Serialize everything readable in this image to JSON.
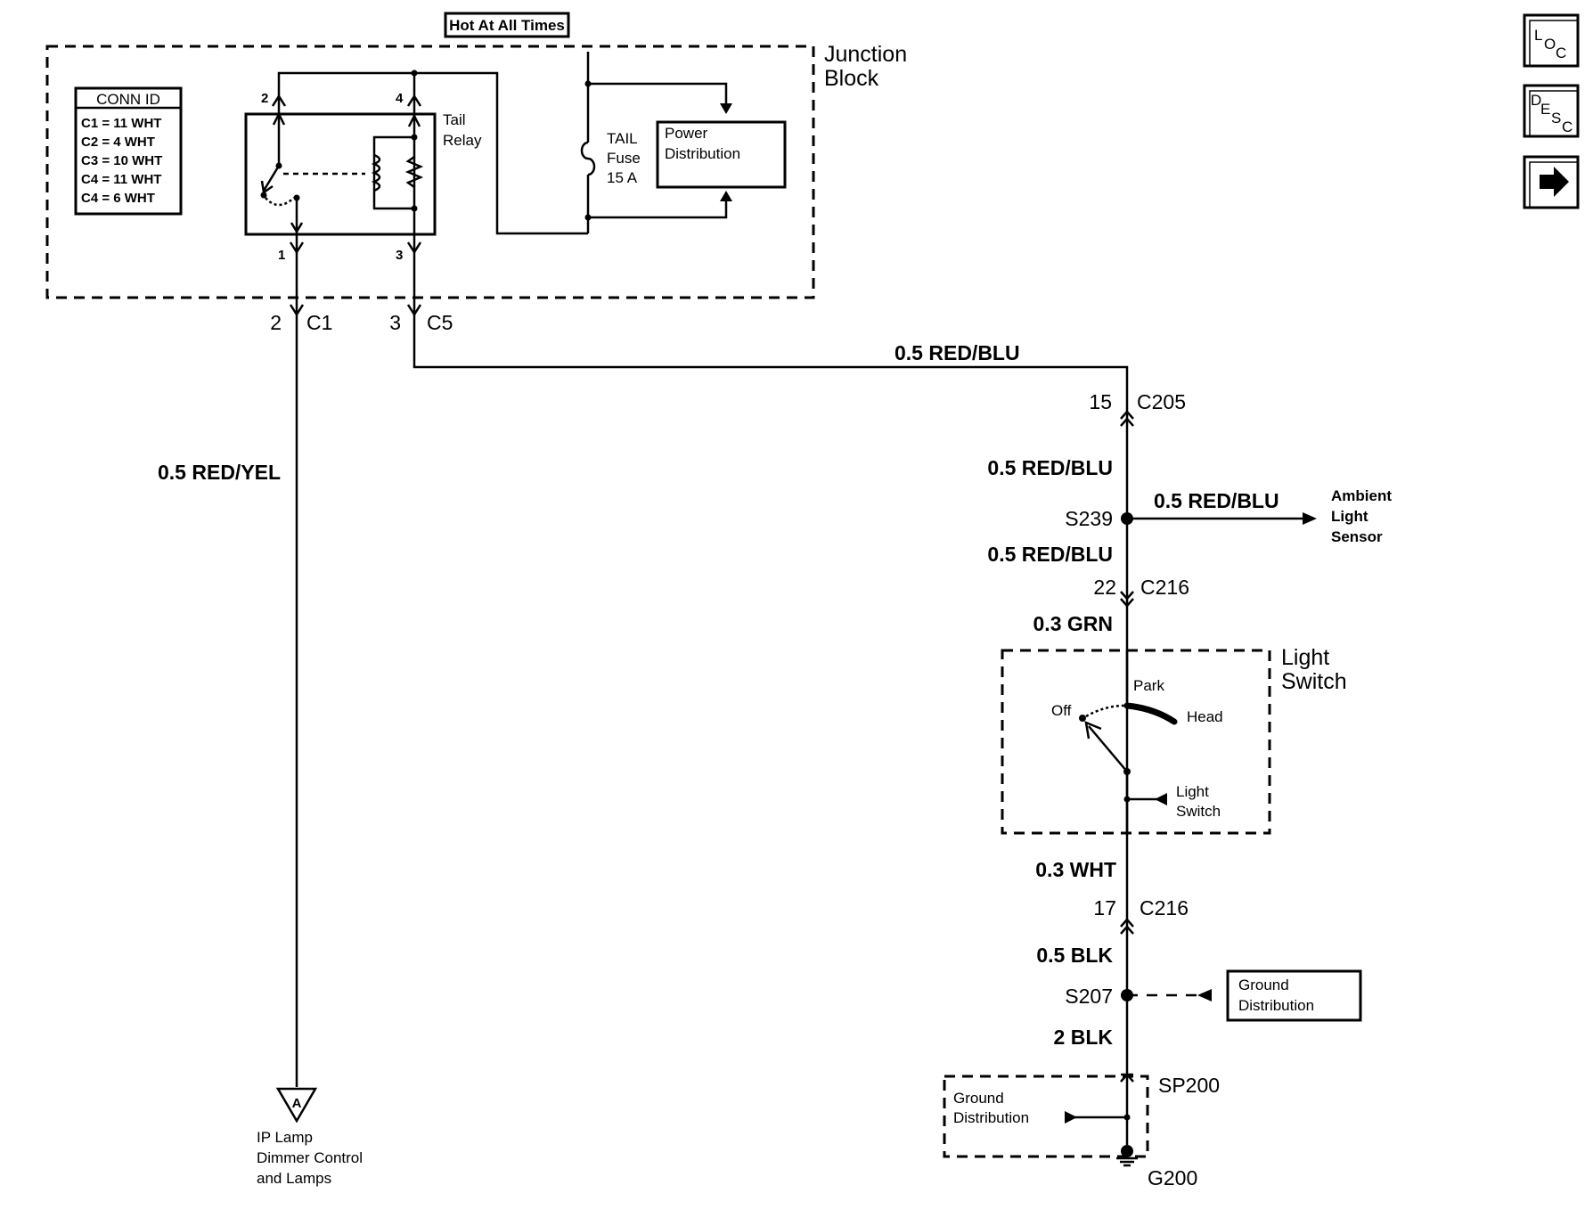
{
  "header": {
    "hot_label": "Hot At All Times"
  },
  "junction_block": {
    "label_line1": "Junction",
    "label_line2": "Block"
  },
  "conn_id": {
    "title": "CONN ID",
    "rows": [
      "C1 = 11 WHT",
      "C2 = 4 WHT",
      "C3 = 10 WHT",
      "C4 = 11 WHT",
      "C4 = 6 WHT"
    ]
  },
  "tail_relay": {
    "label_line1": "Tail",
    "label_line2": "Relay",
    "pin2": "2",
    "pin4": "4",
    "pin1": "1",
    "pin3": "3"
  },
  "fuse": {
    "line1": "TAIL",
    "line2": "Fuse",
    "line3": "15 A"
  },
  "power_distribution": {
    "line1": "Power",
    "line2": "Distribution"
  },
  "connectors": {
    "c1_pin": "2",
    "c1": "C1",
    "c5_pin": "3",
    "c5": "C5",
    "c205_pin": "15",
    "c205": "C205",
    "c216a_pin": "22",
    "c216a": "C216",
    "c216b_pin": "17",
    "c216b": "C216"
  },
  "wires": {
    "red_blu_top": "0.5 RED/BLU",
    "red_yel": "0.5 RED/YEL",
    "red_blu_1": "0.5 RED/BLU",
    "red_blu_branch": "0.5 RED/BLU",
    "red_blu_2": "0.5 RED/BLU",
    "grn": "0.3 GRN",
    "wht": "0.3 WHT",
    "blk_05": "0.5 BLK",
    "blk_2": "2 BLK"
  },
  "splices": {
    "s239": "S239",
    "s207": "S207",
    "sp200": "SP200",
    "g200": "G200"
  },
  "ambient_sensor": {
    "line1": "Ambient",
    "line2": "Light",
    "line3": "Sensor"
  },
  "light_switch": {
    "label_line1": "Light",
    "label_line2": "Switch",
    "park": "Park",
    "head": "Head",
    "off": "Off",
    "inner_line1": "Light",
    "inner_line2": "Switch"
  },
  "ground_distribution_right": {
    "line1": "Ground",
    "line2": "Distribution"
  },
  "ground_distribution_left": {
    "line1": "Ground",
    "line2": "Distribution"
  },
  "ip_lamp": {
    "ref": "A",
    "line1": "IP Lamp",
    "line2": "Dimmer Control",
    "line3": "and Lamps"
  },
  "nav_buttons": {
    "loc": [
      "L",
      "O",
      "C"
    ],
    "desc": [
      "D",
      "E",
      "S",
      "C"
    ]
  }
}
